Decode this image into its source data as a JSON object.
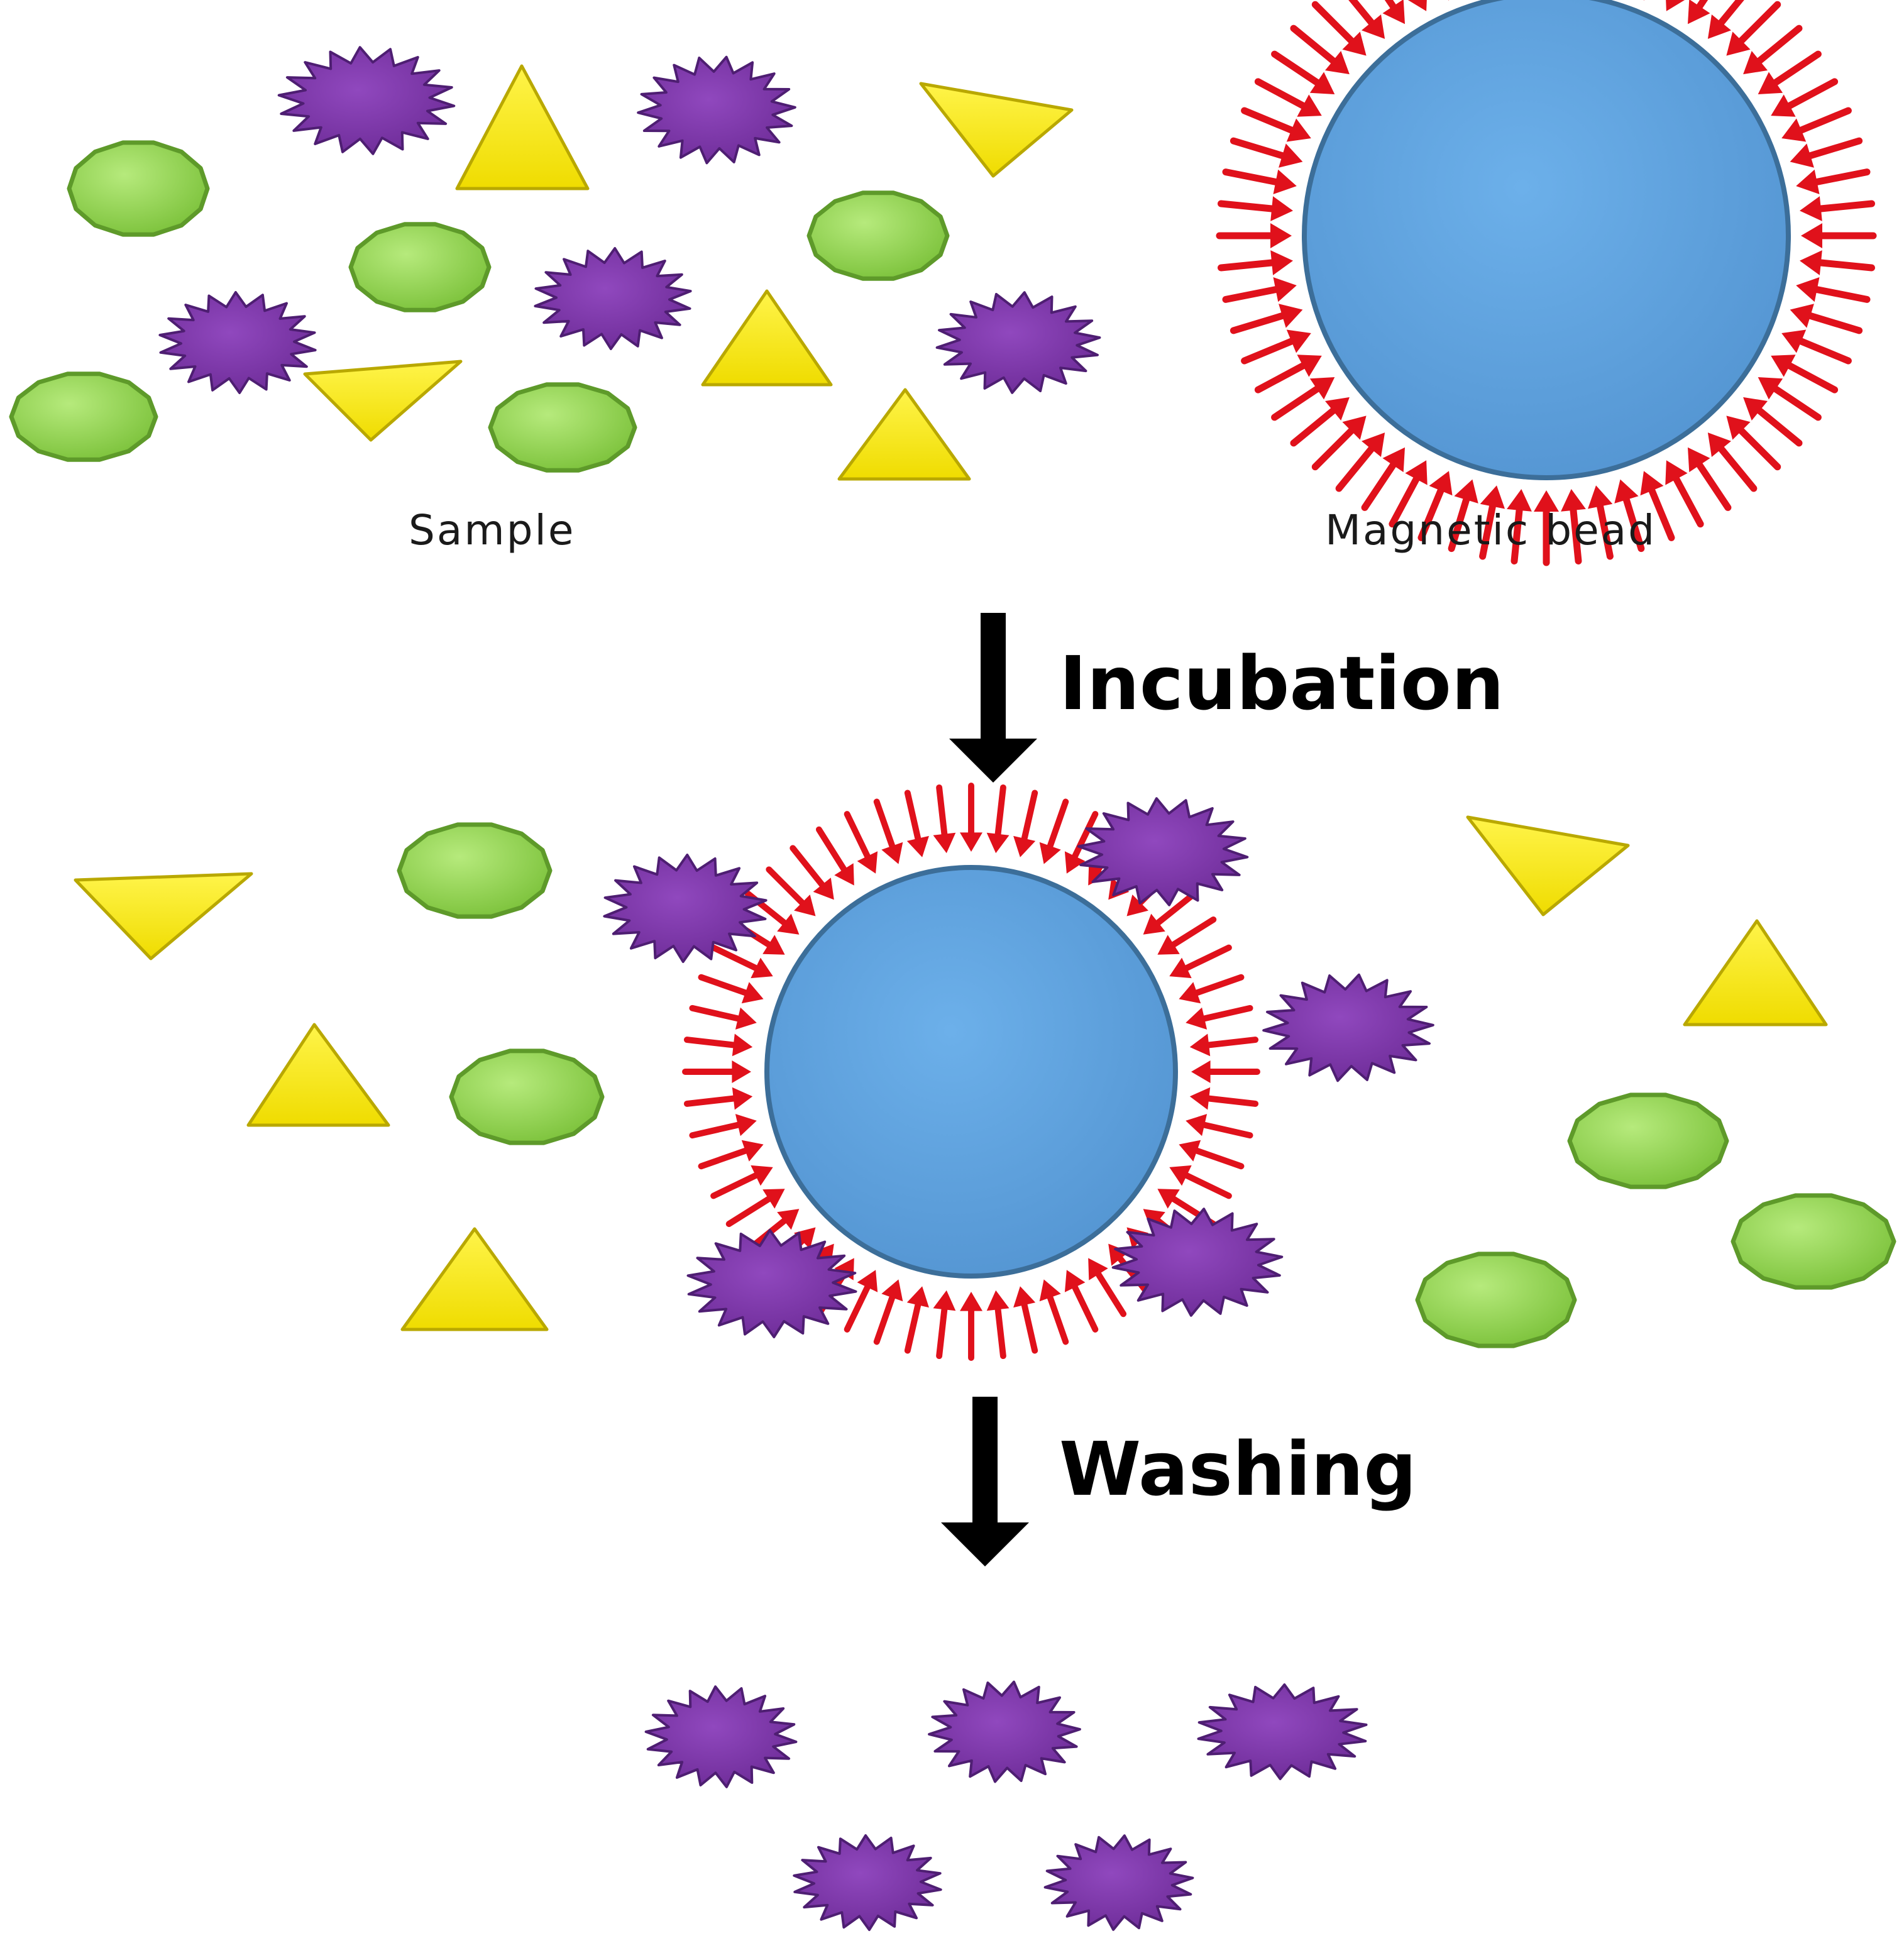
{
  "labels": {
    "sample": "Sample",
    "bead": "Magnetic bead",
    "step1": "Incubation",
    "step2": "Washing"
  },
  "colors": {
    "green_particle": "#8ED14B",
    "green_stroke": "#5E9A2A",
    "yellow_particle": "#F5E600",
    "yellow_stroke": "#B9A800",
    "purple_particle": "#7E3AA8",
    "purple_stroke": "#4E1E72",
    "bead_fill": "#5FA3DD",
    "bead_stroke": "#3C6E99",
    "antibody": "#E0111B",
    "arrow": "#000000"
  },
  "icons": [
    "green-circle-particle",
    "yellow-triangle-particle",
    "purple-star-particle",
    "magnetic-bead",
    "antibody-spike",
    "down-arrow"
  ]
}
